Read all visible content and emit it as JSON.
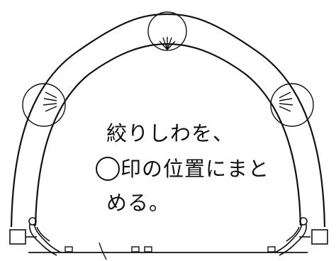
{
  "caption": {
    "line1": "絞りしわを、",
    "line2": "印の位置にまと",
    "line3": "める。"
  },
  "colors": {
    "ink": "#111111",
    "background": "#ffffff"
  },
  "icons": {
    "circle_mark": "circle-mark-icon"
  }
}
